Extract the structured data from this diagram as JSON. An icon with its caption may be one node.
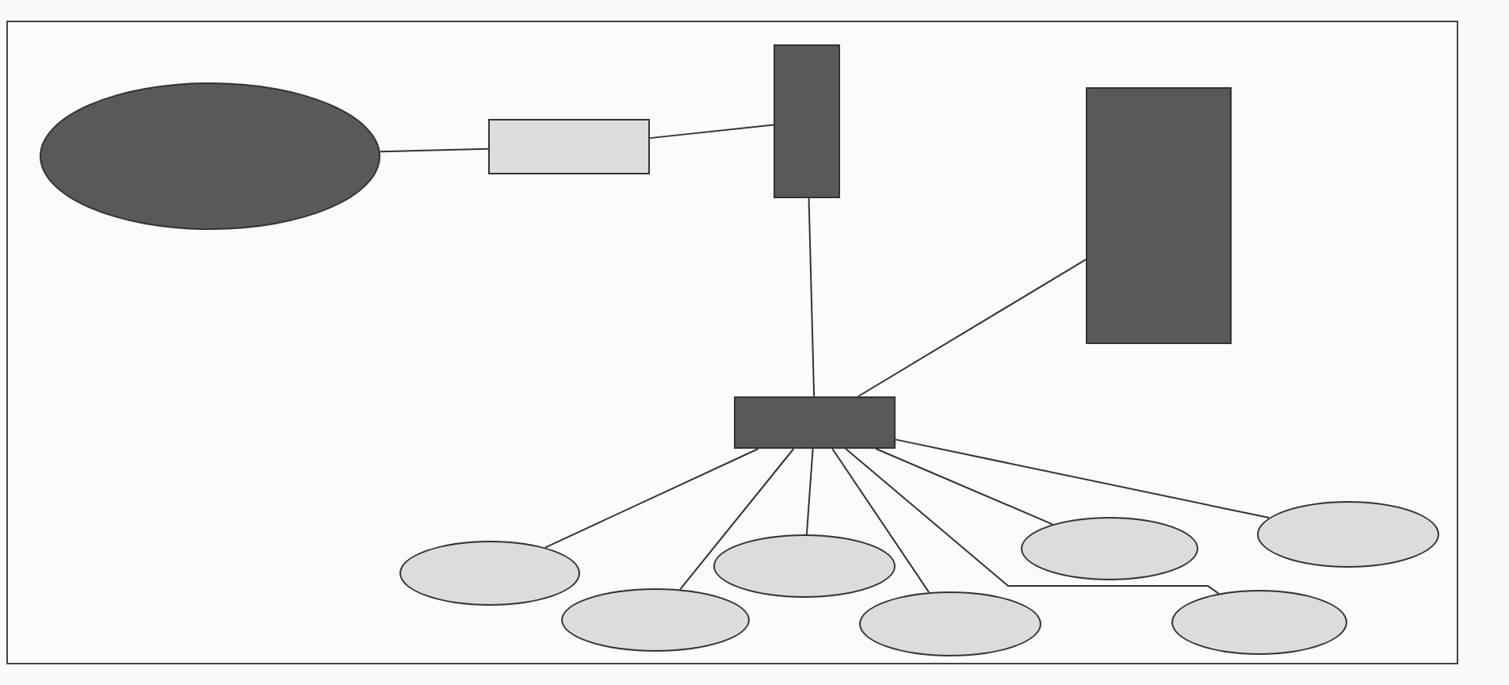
{
  "diagram": {
    "nodes": [
      {
        "text": [],
        "shape": "circle"
      },
      {
        "text": [],
        "shape": "box"
      },
      {
        "text": [],
        "shape": "box"
      },
      {
        "text": [],
        "shape": "box"
      },
      {
        "text": [],
        "shape": "box"
      },
      {
        "text": [],
        "shape": "circle"
      },
      {
        "text": [],
        "shape": "circle"
      },
      {
        "text": [],
        "shape": "circle"
      },
      {
        "text": [],
        "shape": "circle"
      },
      {
        "text": [],
        "shape": "circle"
      },
      {
        "text": [],
        "shape": "circle"
      },
      {
        "text": [],
        "shape": "circle"
      }
    ],
    "edges": [
      {
        "from": 0,
        "to": 1,
        "arrow": "none"
      },
      {
        "from": 1,
        "to": 2,
        "arrow": "none"
      },
      {
        "from": 2,
        "to": 4,
        "arrow": "none"
      },
      {
        "from": 3,
        "to": 4,
        "arrow": "none"
      },
      {
        "from": 4,
        "to": 5,
        "arrow": "none"
      },
      {
        "from": 4,
        "to": 6,
        "arrow": "none"
      },
      {
        "from": 4,
        "to": 7,
        "arrow": "none"
      },
      {
        "from": 4,
        "to": 8,
        "arrow": "none"
      },
      {
        "from": 4,
        "to": 9,
        "arrow": "none"
      },
      {
        "from": 4,
        "to": 10,
        "arrow": "none"
      },
      {
        "from": 4,
        "to": 11,
        "arrow": "none"
      }
    ]
  }
}
